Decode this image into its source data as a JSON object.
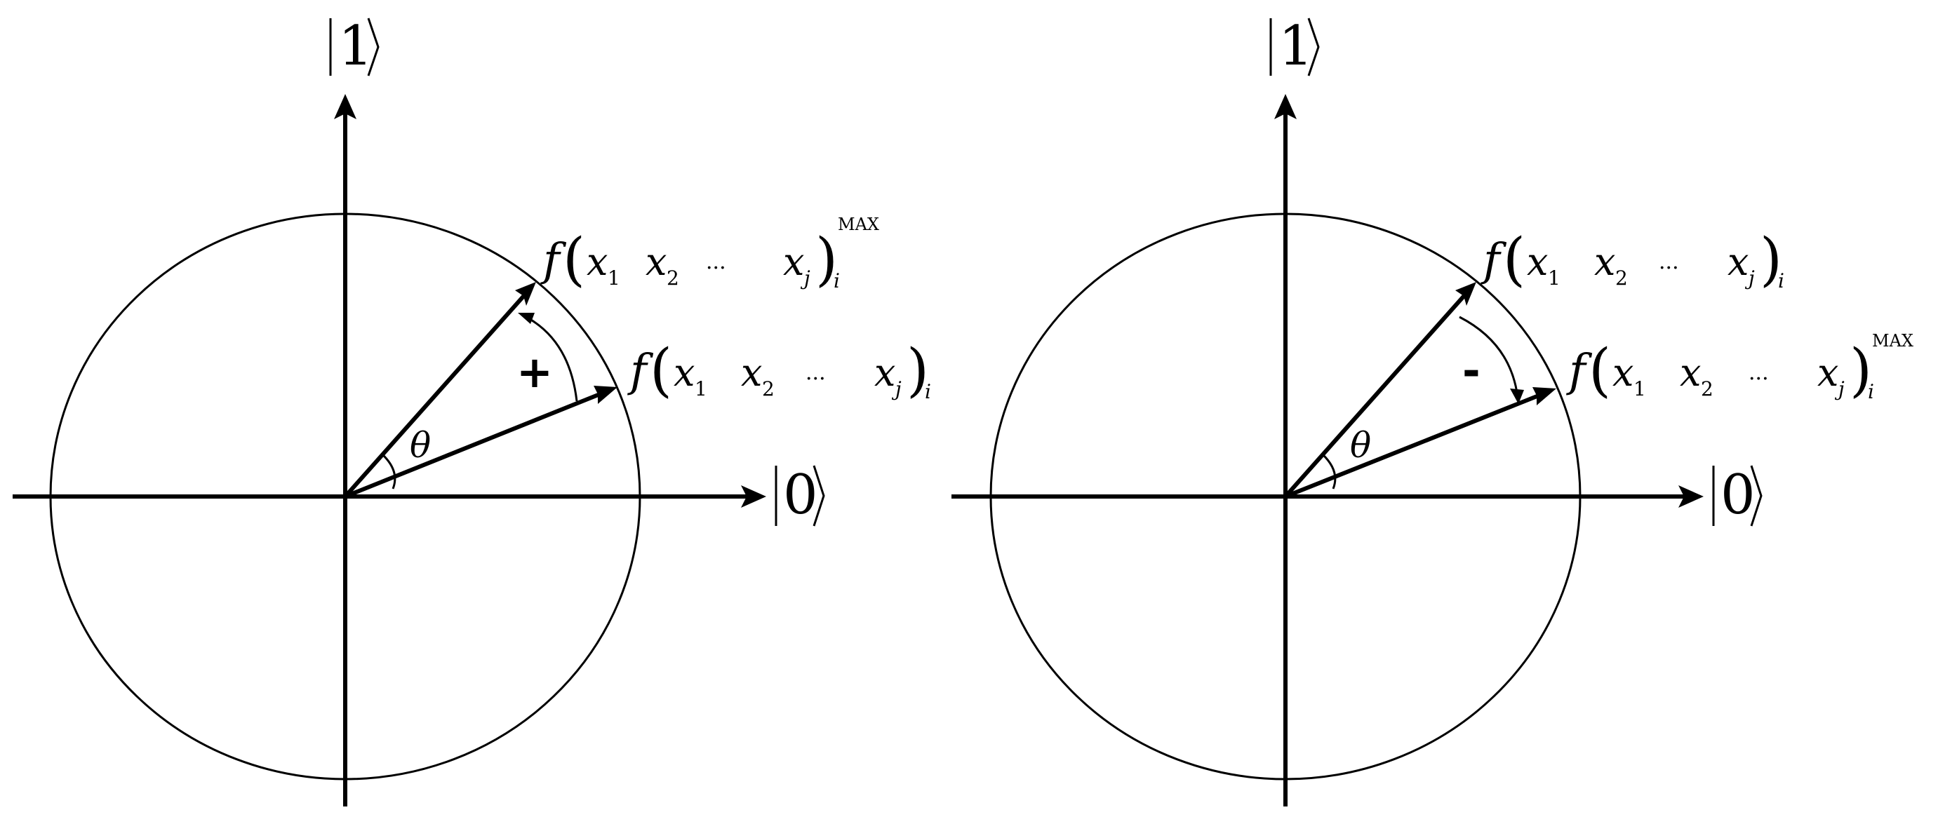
{
  "basis": {
    "zero_ket": "0",
    "one_ket": "1"
  },
  "angle_label": "θ",
  "formula": {
    "func": "f",
    "vars": [
      "x",
      "x",
      "x"
    ],
    "subs": [
      "1",
      "2",
      "j"
    ],
    "dots": "···",
    "outer_sub": "i",
    "max_label": "MAX"
  },
  "panels": [
    {
      "id": "left",
      "sign": "+",
      "upper_vector_is_max": true,
      "lower_vector_is_max": false
    },
    {
      "id": "right",
      "sign": "-",
      "upper_vector_is_max": false,
      "lower_vector_is_max": true
    }
  ]
}
